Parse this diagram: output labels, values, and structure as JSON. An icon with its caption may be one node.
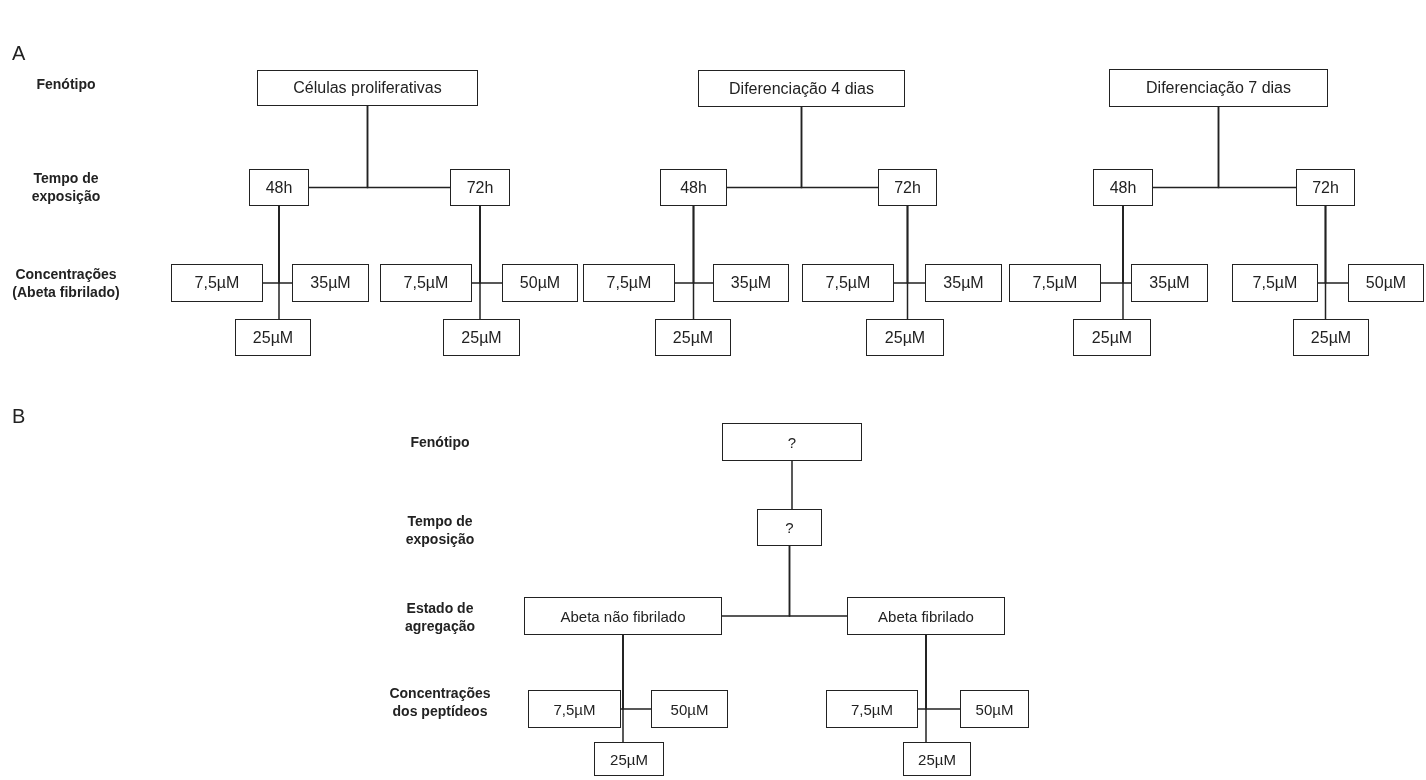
{
  "diagram": {
    "nodes": [
      {
        "text": [
          "Células proliferativas"
        ]
      },
      {
        "text": [
          "48h"
        ]
      },
      {
        "text": [
          "72h"
        ]
      },
      {
        "text": [
          "7,5µM"
        ]
      },
      {
        "text": [
          "35µM"
        ]
      },
      {
        "text": [
          "25µM"
        ]
      },
      {
        "text": [
          "7,5µM"
        ]
      },
      {
        "text": [
          "50µM"
        ]
      },
      {
        "text": [
          "25µM"
        ]
      },
      {
        "text": [
          "Diferenciação 4 dias"
        ]
      },
      {
        "text": [
          "48h"
        ]
      },
      {
        "text": [
          "72h"
        ]
      },
      {
        "text": [
          "7,5µM"
        ]
      },
      {
        "text": [
          "35µM"
        ]
      },
      {
        "text": [
          "25µM"
        ]
      },
      {
        "text": [
          "7,5µM"
        ]
      },
      {
        "text": [
          "35µM"
        ]
      },
      {
        "text": [
          "25µM"
        ]
      },
      {
        "text": [
          "Diferenciação 7 dias"
        ]
      },
      {
        "text": [
          "48h"
        ]
      },
      {
        "text": [
          "72h"
        ]
      },
      {
        "text": [
          "7,5µM"
        ]
      },
      {
        "text": [
          "35µM"
        ]
      },
      {
        "text": [
          "25µM"
        ]
      },
      {
        "text": [
          "7,5µM"
        ]
      },
      {
        "text": [
          "50µM"
        ]
      },
      {
        "text": [
          "25µM"
        ]
      },
      {
        "text": [
          "?"
        ]
      },
      {
        "text": [
          "?"
        ]
      },
      {
        "text": [
          "Abeta não fibrilado"
        ]
      },
      {
        "text": [
          "Abeta fibrilado"
        ]
      },
      {
        "text": [
          "7,5µM"
        ]
      },
      {
        "text": [
          "50µM"
        ]
      },
      {
        "text": [
          "25µM"
        ]
      },
      {
        "text": [
          "7,5µM"
        ]
      },
      {
        "text": [
          "50µM"
        ]
      },
      {
        "text": [
          "25µM"
        ]
      }
    ],
    "edges": [
      {
        "from": 0,
        "to": 1,
        "arrow": "none"
      },
      {
        "from": 0,
        "to": 2,
        "arrow": "none"
      },
      {
        "from": 1,
        "to": 3,
        "arrow": "none"
      },
      {
        "from": 1,
        "to": 4,
        "arrow": "none"
      },
      {
        "from": 1,
        "to": 5,
        "arrow": "none"
      },
      {
        "from": 2,
        "to": 6,
        "arrow": "none"
      },
      {
        "from": 2,
        "to": 7,
        "arrow": "none"
      },
      {
        "from": 2,
        "to": 8,
        "arrow": "none"
      },
      {
        "from": 9,
        "to": 10,
        "arrow": "none"
      },
      {
        "from": 9,
        "to": 11,
        "arrow": "none"
      },
      {
        "from": 10,
        "to": 12,
        "arrow": "none"
      },
      {
        "from": 10,
        "to": 13,
        "arrow": "none"
      },
      {
        "from": 10,
        "to": 14,
        "arrow": "none"
      },
      {
        "from": 11,
        "to": 15,
        "arrow": "none"
      },
      {
        "from": 11,
        "to": 16,
        "arrow": "none"
      },
      {
        "from": 11,
        "to": 17,
        "arrow": "none"
      },
      {
        "from": 18,
        "to": 19,
        "arrow": "none"
      },
      {
        "from": 18,
        "to": 20,
        "arrow": "none"
      },
      {
        "from": 19,
        "to": 21,
        "arrow": "none"
      },
      {
        "from": 19,
        "to": 22,
        "arrow": "none"
      },
      {
        "from": 19,
        "to": 23,
        "arrow": "none"
      },
      {
        "from": 20,
        "to": 24,
        "arrow": "none"
      },
      {
        "from": 20,
        "to": 25,
        "arrow": "none"
      },
      {
        "from": 20,
        "to": 26,
        "arrow": "none"
      },
      {
        "from": 27,
        "to": 28,
        "arrow": "none"
      },
      {
        "from": 28,
        "to": 29,
        "arrow": "none"
      },
      {
        "from": 28,
        "to": 30,
        "arrow": "none"
      },
      {
        "from": 29,
        "to": 31,
        "arrow": "none"
      },
      {
        "from": 29,
        "to": 32,
        "arrow": "none"
      },
      {
        "from": 29,
        "to": 33,
        "arrow": "none"
      },
      {
        "from": 30,
        "to": 34,
        "arrow": "none"
      },
      {
        "from": 30,
        "to": 35,
        "arrow": "none"
      },
      {
        "from": 30,
        "to": 36,
        "arrow": "none"
      }
    ],
    "labels": [
      "A",
      "Fenótipo",
      "Tempo de exposição",
      "Concentrações (Abeta fibrilado)",
      "B",
      "Fenótipo",
      "Tempo de exposição",
      "Estado de agregação",
      "Concentrações dos peptídeos"
    ]
  }
}
